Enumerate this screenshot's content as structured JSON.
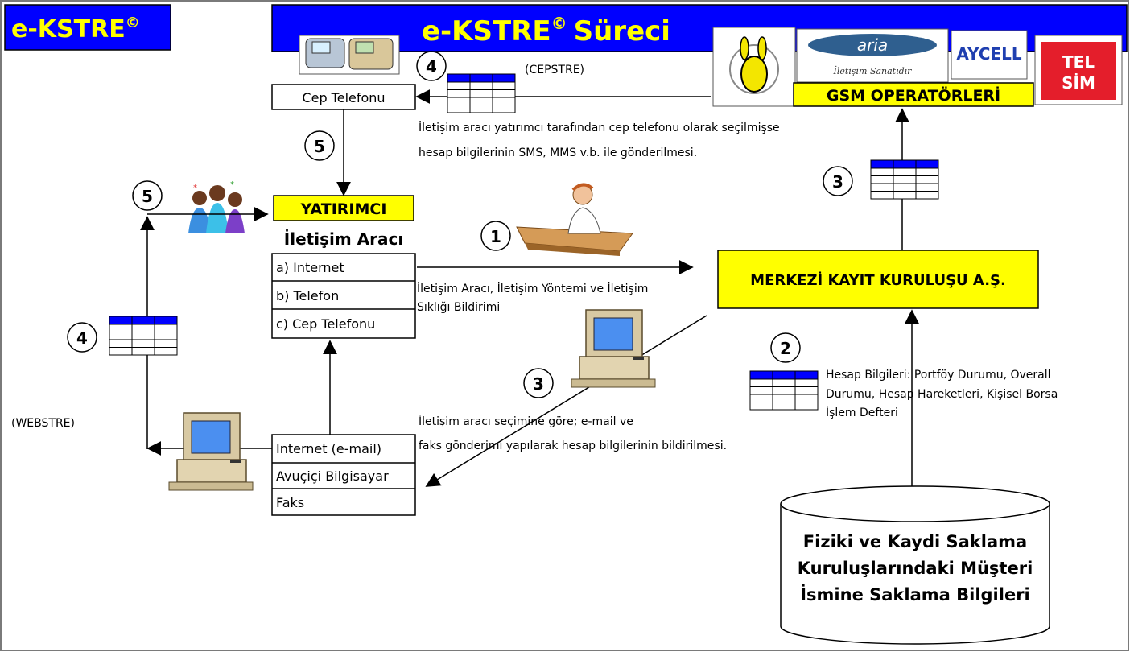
{
  "colors": {
    "title_blue": "#0000ff",
    "title_yellow": "#ffff00",
    "label_yellow": "#ffff00",
    "table_header_blue": "#0000ff",
    "border": "#000000"
  },
  "header": {
    "logo_text": "e-KSTRE",
    "logo_mark": "©",
    "title_text": "e-KSTRE",
    "title_mark": "©",
    "title_suffix": "Süreci"
  },
  "gsm": {
    "label": "GSM OPERATÖRLERİ",
    "logos": [
      {
        "icon": "cartoon-rabbit-logo-icon"
      },
      {
        "text": "aria",
        "subtext": "İletişim Sanatıdır"
      },
      {
        "text": "AYCELL"
      },
      {
        "text": "TEL",
        "text2": "SİM"
      }
    ]
  },
  "phone_box": {
    "label": "Cep Telefonu"
  },
  "cepstre_label": "(CEPSTRE)",
  "cepstre_note": [
    "İletişim aracı yatırımcı tarafından cep telefonu olarak seçilmişse",
    "hesap bilgilerinin SMS, MMS v.b. ile gönderilmesi."
  ],
  "investor": {
    "title": "YATIRIMCI",
    "subtitle": "İletişim Aracı",
    "options": [
      "a) Internet",
      "b) Telefon",
      "c) Cep Telefonu"
    ]
  },
  "arrow1_note": [
    "İletişim Aracı, İletişim Yöntemi ve İletişim",
    "Sıklığı Bildirimi"
  ],
  "mkk_label": "MERKEZİ KAYIT KURULUŞU A.Ş.",
  "hesap_note": [
    "Hesap Bilgileri: Portföy Durumu, Overall",
    "Durumu, Hesap Hareketleri, Kişisel Borsa",
    "İşlem Defteri"
  ],
  "email_note": [
    "İletişim aracı seçimine göre; e-mail ve",
    "faks gönderimi yapılarak hesap bilgilerinin bildirilmesi."
  ],
  "channels": [
    "Internet (e-mail)",
    "Avuçiçi Bilgisayar",
    "Faks"
  ],
  "webstre_label": "(WEBSTRE)",
  "database": {
    "lines": [
      "Fiziki ve Kaydi Saklama",
      "Kuruluşlarındaki Müşteri",
      "İsmine Saklama Bilgileri"
    ]
  },
  "steps": {
    "s4_top": "4",
    "s5_mid": "5",
    "s5_left": "5",
    "s1": "1",
    "s3_right": "3",
    "s2": "2",
    "s3_center": "3",
    "s4_left": "4"
  },
  "icons": [
    "mobile-phones-icon",
    "people-group-icon",
    "operator-desk-icon",
    "computer-icon",
    "table-icon",
    "database-cylinder-icon"
  ]
}
